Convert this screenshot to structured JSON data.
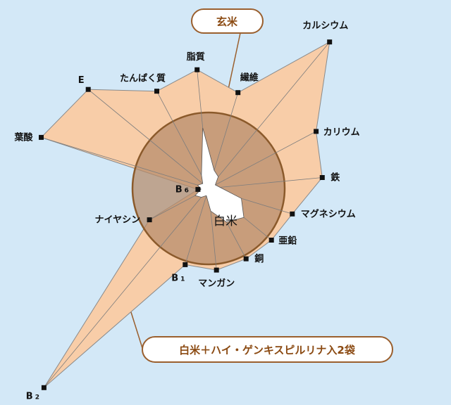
{
  "chart_data": {
    "type": "radar",
    "center_label": "白米",
    "axes": [
      {
        "label": "カルシウム",
        "sub": ""
      },
      {
        "label": "カリウム",
        "sub": ""
      },
      {
        "label": "鉄",
        "sub": ""
      },
      {
        "label": "マグネシウム",
        "sub": ""
      },
      {
        "label": "亜鉛",
        "sub": ""
      },
      {
        "label": "銅",
        "sub": ""
      },
      {
        "label": "マンガン",
        "sub": ""
      },
      {
        "label": "B",
        "sub": "1"
      },
      {
        "label": "B",
        "sub": "2"
      },
      {
        "label": "ナイヤシン",
        "sub": ""
      },
      {
        "label": "B",
        "sub": "6"
      },
      {
        "label": "葉酸",
        "sub": ""
      },
      {
        "label": "E",
        "sub": ""
      },
      {
        "label": "たんぱく質",
        "sub": ""
      },
      {
        "label": "脂質",
        "sub": ""
      },
      {
        "label": "繊維",
        "sub": ""
      }
    ],
    "reference_value": 1.0,
    "series": [
      {
        "name": "白米＋ハイ・ゲンキスピルリナ入2袋",
        "color": "#f8cda8",
        "values": [
          2.5,
          1.6,
          1.5,
          1.15,
          1.07,
          1.05,
          1.08,
          1.05,
          3.4,
          0.88,
          0.14,
          2.3,
          2.05,
          1.45,
          1.57,
          1.32
        ]
      },
      {
        "name": "白米",
        "color": "#ffffff",
        "values": [
          0.2,
          0.1,
          0.15,
          0.45,
          0.6,
          0.5,
          0.3,
          0.1,
          0.15,
          0.2,
          0.1,
          0.15,
          0.1,
          0.2,
          0.8,
          0.25
        ]
      }
    ],
    "reference_series": {
      "name": "玄米",
      "color": "#b58b6a"
    }
  }
}
